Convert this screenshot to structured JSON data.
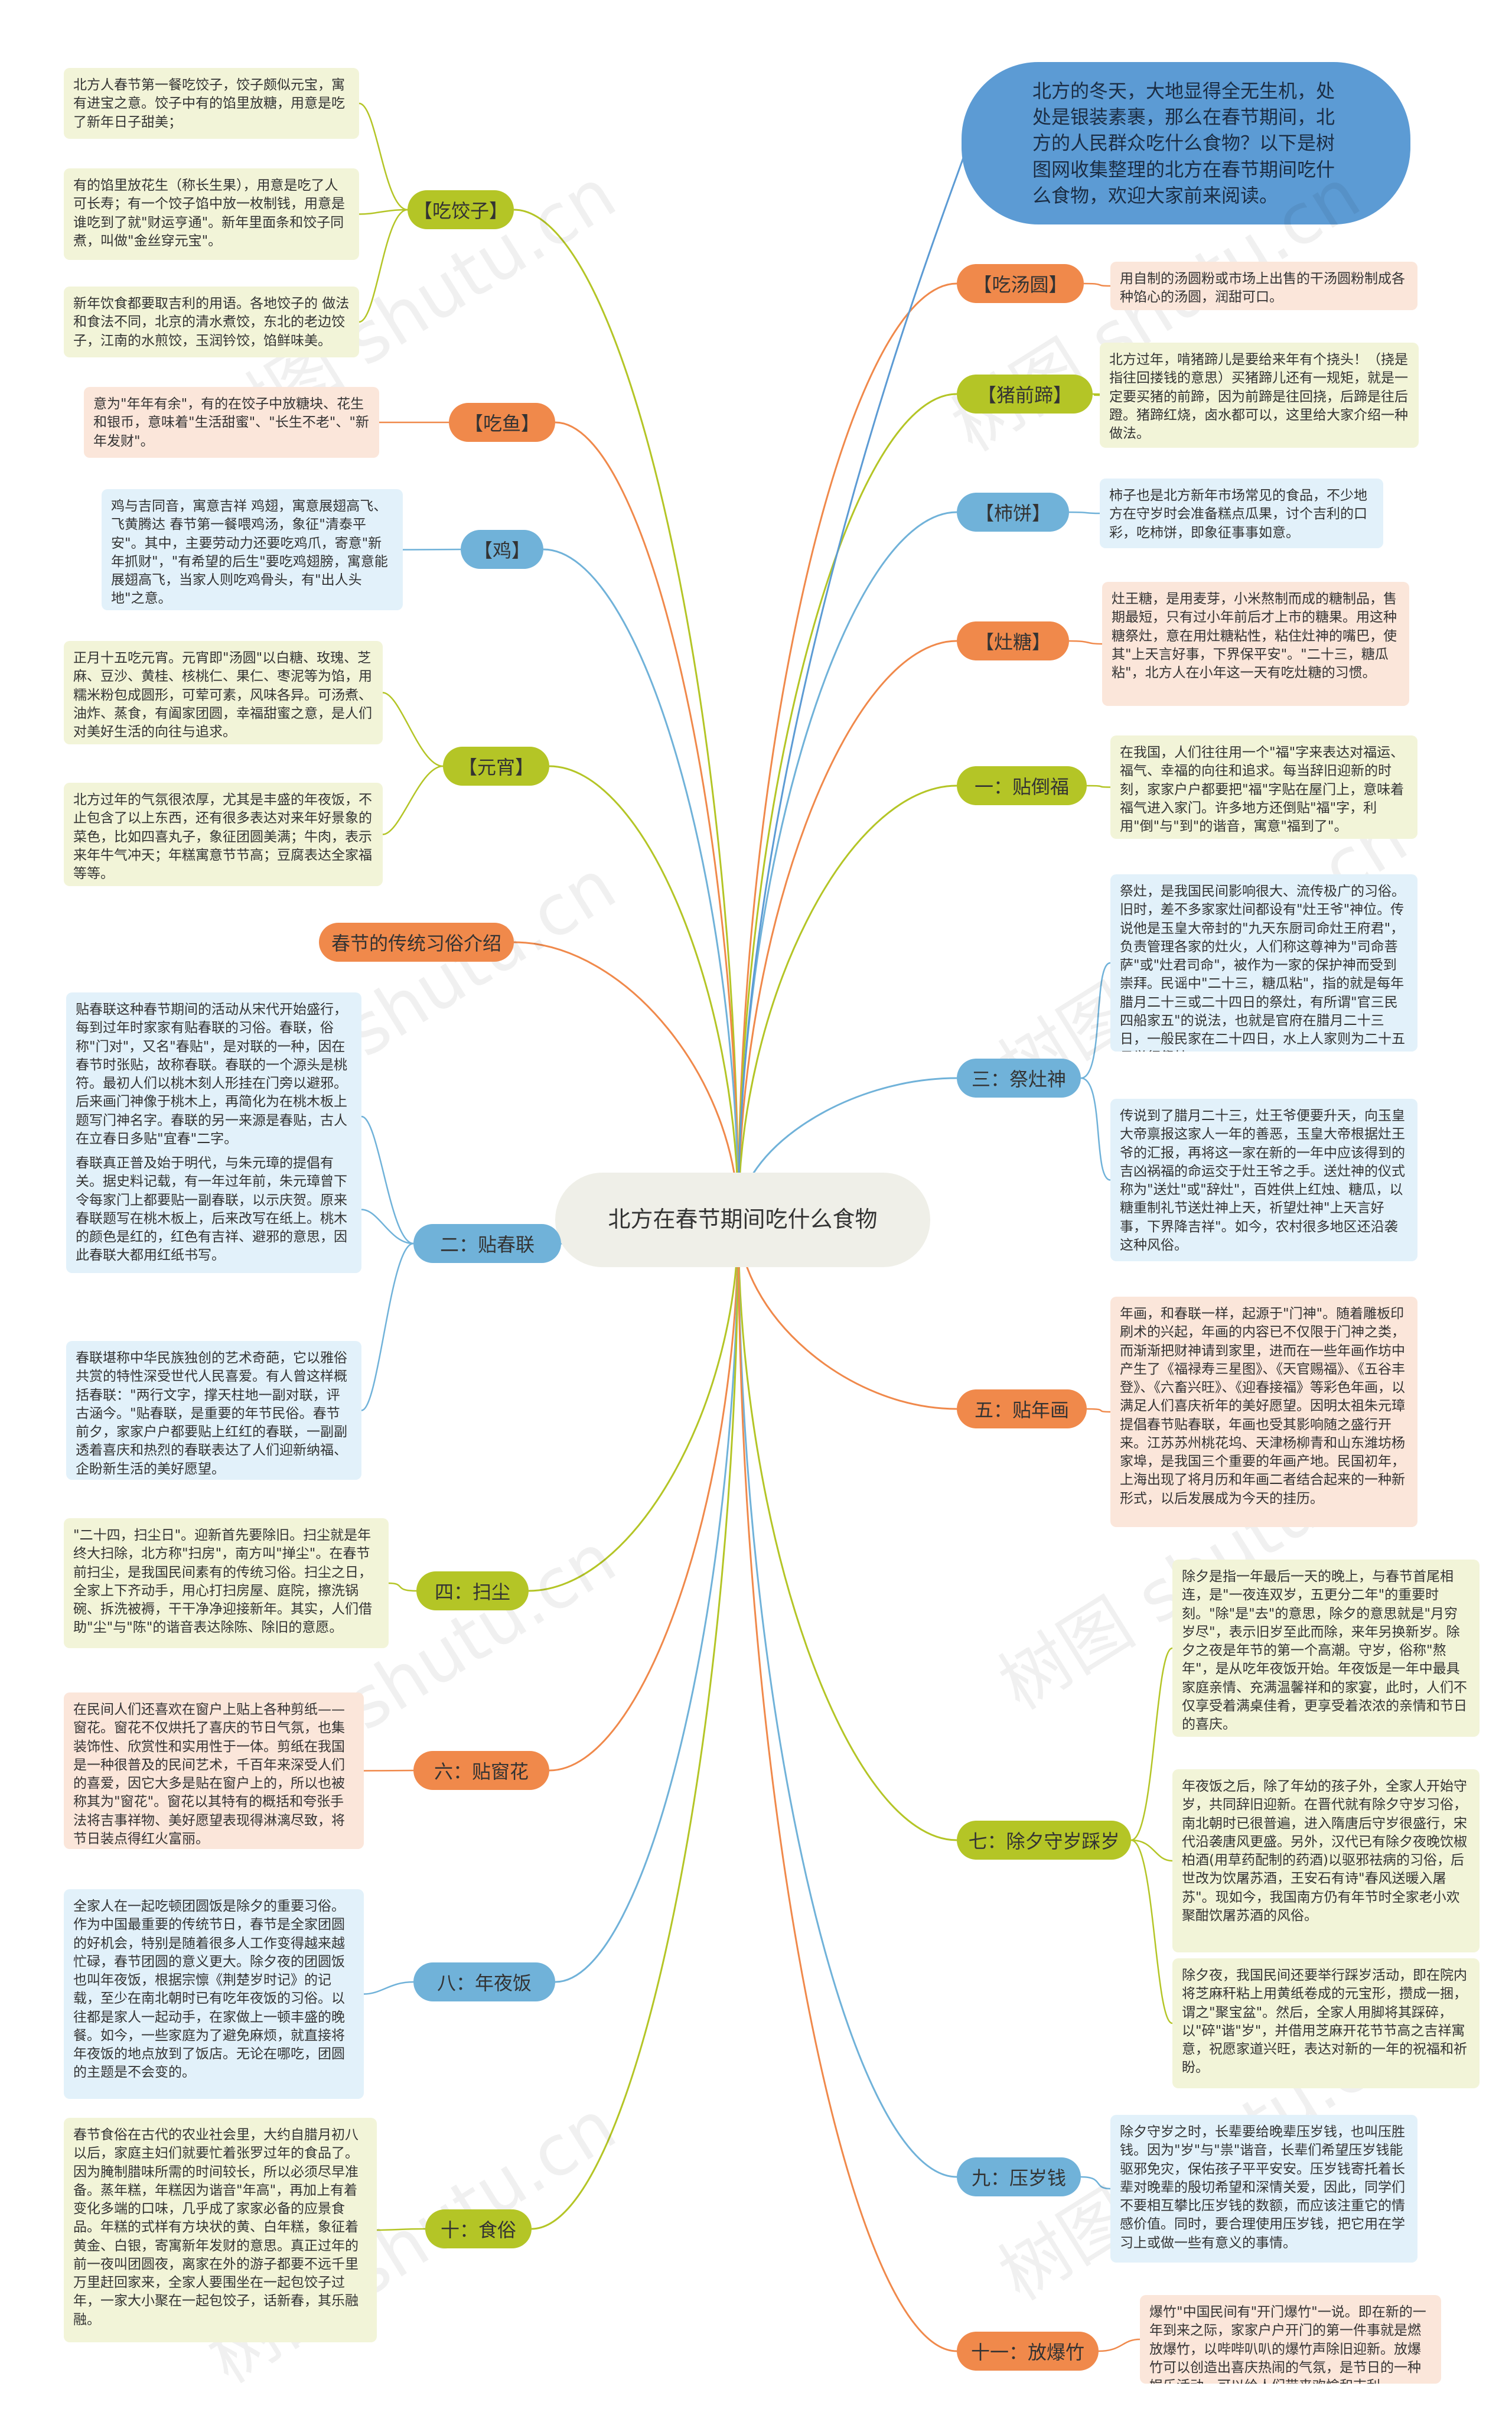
{
  "center": "北方在春节期间吃什么食物",
  "intro": "北方的冬天，大地显得全无生机，处处是银装素裹，那么在春节期间，北方的人民群众吃什么食物？以下是树图网收集整理的北方在春节期间吃什么食物，欢迎大家前来阅读。",
  "watermark": "树图 shutu.cn",
  "colors": {
    "orange": "#f0894b",
    "green": "#b4c526",
    "blue": "#70b2d9",
    "gray": "#a8a8a8",
    "center_fill": "#efefe8"
  },
  "left": [
    {
      "label": "【吃饺子】",
      "color": "green",
      "notes": [
        "北方人春节第一餐吃饺子，饺子颇似元宝，寓有进宝之意。饺子中有的馅里放糖，用意是吃了新年日子甜美；",
        "有的馅里放花生（称长生果），用意是吃了人可长寿；有一个饺子馅中放一枚制钱，用意是谁吃到了就\"财运亨通\"。新年里面条和饺子同煮，叫做\"金丝穿元宝\"。",
        "新年饮食都要取吉利的用语。各地饺子的 做法和食法不同，北京的清水煮饺，东北的老边饺子，江南的水煎饺，玉润钤饺，馅鲜味美。"
      ]
    },
    {
      "label": "【吃鱼】",
      "color": "orange",
      "notes": [
        "意为\"年年有余\"，有的在饺子中放糖块、花生和银币，意味着\"生活甜蜜\"、\"长生不老\"、\"新年发财\"。"
      ]
    },
    {
      "label": "【鸡】",
      "color": "blue",
      "notes": [
        "鸡与吉同音，寓意吉祥 鸡翅，寓意展翅高飞、飞黄腾达 春节第一餐喂鸡汤，象征\"清泰平安\"。其中，主要劳动力还要吃鸡爪，寄意\"新年抓财\"，\"有希望的后生\"要吃鸡翅膀，寓意能展翅高飞，当家人则吃鸡骨头，有\"出人头地\"之意。"
      ]
    },
    {
      "label": "【元宵】",
      "color": "green",
      "notes": [
        "正月十五吃元宵。元宵即\"汤圆\"以白糖、玫瑰、芝麻、豆沙、黄桂、核桃仁、果仁、枣泥等为馅，用糯米粉包成圆形，可荤可素，风味各异。可汤煮、油炸、蒸食，有阖家团圆，幸福甜蜜之意，是人们对美好生活的向往与追求。",
        "北方过年的气氛很浓厚，尤其是丰盛的年夜饭，不止包含了以上东西，还有很多表达对来年好景象的菜色，比如四喜丸子，象征团圆美满；牛肉，表示来年牛气冲天；年糕寓意节节高；豆腐表达全家福等等。"
      ]
    },
    {
      "label": "春节的传统习俗介绍",
      "color": "orange",
      "notes": []
    },
    {
      "label": "二：贴春联",
      "color": "blue",
      "notes": [
        "贴春联这种春节期间的活动从宋代开始盛行，每到过年时家家有贴春联的习俗。春联，俗称\"门对\"，又名\"春贴\"，是对联的一种，因在春节时张贴，故称春联。春联的一个源头是桃符。最初人们以桃木刻人形挂在门旁以避邪。后来画门神像于桃木上，再简化为在桃木板上题写门神名字。春联的另一来源是春贴，古人在立春日多贴\"宜春\"二字。",
        "春联真正普及始于明代，与朱元璋的提倡有关。据史料记载，有一年过年前，朱元璋曾下令每家门上都要贴一副春联，以示庆贺。原来春联题写在桃木板上，后来改写在纸上。桃木的颜色是红的，红色有吉祥、避邪的意思，因此春联大都用红纸书写。",
        "春联堪称中华民族独创的艺术奇葩，它以雅俗共赏的特性深受世代人民喜爱。有人曾这样概括春联：\"两行文字，撑天柱地一副对联，评古涵今。\"贴春联，是重要的年节民俗。春节前夕，家家户户都要贴上红红的春联，一副副透着喜庆和热烈的春联表达了人们迎新纳福、企盼新生活的美好愿望。"
      ]
    },
    {
      "label": "四：扫尘",
      "color": "green",
      "notes": [
        "\"二十四，扫尘日\"。迎新首先要除旧。扫尘就是年终大扫除，北方称\"扫房\"，南方叫\"掸尘\"。在春节前扫尘，是我国民间素有的传统习俗。扫尘之日，全家上下齐动手，用心打扫房屋、庭院，擦洗锅碗、拆洗被褥，干干净净迎接新年。其实，人们借助\"尘\"与\"陈\"的谐音表达除陈、除旧的意愿。"
      ]
    },
    {
      "label": "六：贴窗花",
      "color": "orange",
      "notes": [
        "在民间人们还喜欢在窗户上贴上各种剪纸——窗花。窗花不仅烘托了喜庆的节日气氛，也集装饰性、欣赏性和实用性于一体。剪纸在我国是一种很普及的民间艺术，千百年来深受人们的喜爱，因它大多是贴在窗户上的，所以也被称其为\"窗花\"。窗花以其特有的概括和夸张手法将吉事祥物、美好愿望表现得淋漓尽致，将节日装点得红火富丽。"
      ]
    },
    {
      "label": "八：年夜饭",
      "color": "blue",
      "notes": [
        "全家人在一起吃顿团圆饭是除夕的重要习俗。作为中国最重要的传统节日，春节是全家团圆的好机会，特别是随着很多人工作变得越来越忙碌，春节团圆的意义更大。除夕夜的团圆饭也叫年夜饭，根据宗懔《荆楚岁时记》的记载，至少在南北朝时已有吃年夜饭的习俗。以往都是家人一起动手，在家做上一顿丰盛的晚餐。如今，一些家庭为了避免麻烦，就直接将年夜饭的地点放到了饭店。无论在哪吃，团圆的主题是不会变的。"
      ]
    },
    {
      "label": "十：食俗",
      "color": "green",
      "notes": [
        "春节食俗在古代的农业社会里，大约自腊月初八以后，家庭主妇们就要忙着张罗过年的食品了。因为腌制腊味所需的时间较长，所以必须尽早准备。蒸年糕，年糕因为谐音\"年高\"，再加上有着变化多端的口味，几乎成了家家必备的应景食品。年糕的式样有方块状的黄、白年糕，象征着黄金、白银，寄寓新年发财的意思。真正过年的前一夜叫团圆夜，离家在外的游子都要不远千里万里赶回家来，全家人要围坐在一起包饺子过年，一家大小聚在一起包饺子，话新春，其乐融融。"
      ]
    }
  ],
  "right": [
    {
      "label": "【吃汤圆】",
      "color": "orange",
      "notes": [
        "用自制的汤圆粉或市场上出售的干汤圆粉制成各种馅心的汤圆，润甜可口。"
      ]
    },
    {
      "label": "【猪前蹄】",
      "color": "green",
      "notes": [
        "北方过年，啃猪蹄儿是要给来年有个挠头！（挠是指往回搂钱的意思）买猪蹄儿还有一规矩，就是一定要买猪的前蹄，因为前蹄是往回挠，后蹄是往后蹬。猪蹄红烧，卤水都可以，这里给大家介绍一种做法。"
      ]
    },
    {
      "label": "【柿饼】",
      "color": "blue",
      "notes": [
        "柿子也是北方新年市场常见的食品，不少地方在守岁时会准备糕点瓜果，讨个吉利的口彩，吃柿饼，即象征事事如意。"
      ]
    },
    {
      "label": "【灶糖】",
      "color": "orange",
      "notes": [
        "灶王糖，是用麦芽，小米熬制而成的糖制品，售期最短，只有过小年前后才上市的糖果。用这种糖祭灶，意在用灶糖粘性，粘住灶神的嘴巴，使其\"上天言好事，下界保平安\"。\"二十三，糖瓜粘\"，北方人在小年这一天有吃灶糖的习惯。"
      ]
    },
    {
      "label": "一：贴倒福",
      "color": "green",
      "notes": [
        "在我国，人们往往用一个\"福\"字来表达对福运、福气、幸福的向往和追求。每当辞旧迎新的时刻，家家户户都要把\"福\"字贴在屋门上，意味着福气进入家门。许多地方还倒贴\"福\"字，利用\"倒\"与\"到\"的谐音，寓意\"福到了\"。"
      ]
    },
    {
      "label": "三：祭灶神",
      "color": "blue",
      "notes": [
        "祭灶，是我国民间影响很大、流传极广的习俗。旧时，差不多家家灶间都设有\"灶王爷\"神位。传说他是玉皇大帝封的\"九天东厨司命灶王府君\"，负责管理各家的灶火，人们称这尊神为\"司命菩萨\"或\"灶君司命\"，被作为一家的保护神而受到崇拜。民谣中\"二十三，糖瓜粘\"，指的就是每年腊月二十三或二十四日的祭灶，有所谓\"官三民四船家五\"的说法，也就是官府在腊月二十三日，一般民家在二十四日，水上人家则为二十五日举行祭灶。",
        "传说到了腊月二十三，灶王爷便要升天，向玉皇大帝禀报这家人一年的善恶，玉皇大帝根据灶王爷的汇报，再将这一家在新的一年中应该得到的吉凶祸福的命运交于灶王爷之手。送灶神的仪式称为\"送灶\"或\"辞灶\"，百姓供上红烛、糖瓜，以糖重制礼节送灶神上天，祈望灶神\"上天言好事，下界降吉祥\"。如今，农村很多地区还沿袭这种风俗。"
      ]
    },
    {
      "label": "五：贴年画",
      "color": "orange",
      "notes": [
        "年画，和春联一样，起源于\"门神\"。随着雕板印刷术的兴起，年画的内容已不仅限于门神之类，而渐渐把财神请到家里，进而在一些年画作坊中产生了《福禄寿三星图》、《天官赐福》、《五谷丰登》、《六畜兴旺》、《迎春接福》等彩色年画，以满足人们喜庆祈年的美好愿望。因明太祖朱元璋提倡春节贴春联，年画也受其影响随之盛行开来。江苏苏州桃花坞、天津杨柳青和山东潍坊杨家埠，是我国三个重要的年画产地。民国初年，上海出现了将月历和年画二者结合起来的一种新形式，以后发展成为今天的挂历。"
      ]
    },
    {
      "label": "七：除夕守岁踩岁",
      "color": "green",
      "notes": [
        "除夕是指一年最后一天的晚上，与春节首尾相连，是\"一夜连双岁，五更分二年\"的重要时刻。\"除\"是\"去\"的意思，除夕的意思就是\"月穷岁尽\"，表示旧岁至此而除，来年另换新岁。除夕之夜是年节的第一个高潮。守岁，俗称\"熬年\"，是从吃年夜饭开始。年夜饭是一年中最具家庭亲情、充满温馨祥和的家宴，此时，人们不仅享受着满桌佳肴，更享受着浓浓的亲情和节日的喜庆。",
        "年夜饭之后，除了年幼的孩子外，全家人开始守岁，共同辞旧迎新。在晋代就有除夕守岁习俗，南北朝时已很普遍，进入隋唐后守岁很盛行，宋代沿袭唐风更盛。另外，汉代已有除夕夜晚饮椒柏酒(用草药配制的药酒)以驱邪祛病的习俗，后世改为饮屠苏酒，王安石有诗\"春风送暖入屠苏\"。现如今，我国南方仍有年节时全家老小欢聚酣饮屠苏酒的风俗。",
        "除夕夜，我国民间还要举行踩岁活动，即在院内将芝麻秆粘上用黄纸卷成的元宝形，攒成一捆，谓之\"聚宝盆\"。然后，全家人用脚将其踩碎，以\"碎\"谐\"岁\"，并借用芝麻开花节节高之吉祥寓意，祝愿家道兴旺，表达对新的一年的祝福和祈盼。"
      ]
    },
    {
      "label": "九：压岁钱",
      "color": "blue",
      "notes": [
        "除夕守岁之时，长辈要给晚辈压岁钱，也叫压胜钱。因为\"岁\"与\"祟\"谐音，长辈们希望压岁钱能驱邪免灾，保佑孩子平平安安。压岁钱寄托着长辈对晚辈的殷切希望和深情关爱，因此，同学们不要相互攀比压岁钱的数额，而应该注重它的情感价值。同时，要合理使用压岁钱，把它用在学习上或做一些有意义的事情。"
      ]
    },
    {
      "label": "十一：放爆竹",
      "color": "orange",
      "notes": [
        "爆竹\"中国民间有\"开门爆竹\"一说。即在新的一年到来之际，家家户户开门的第一件事就是燃放爆竹，以哔哔叭叭的爆竹声除旧迎新。放爆竹可以创造出喜庆热闹的气氛，是节日的一种娱乐活动，可以给人们带来欢愉和吉利。"
      ]
    }
  ]
}
